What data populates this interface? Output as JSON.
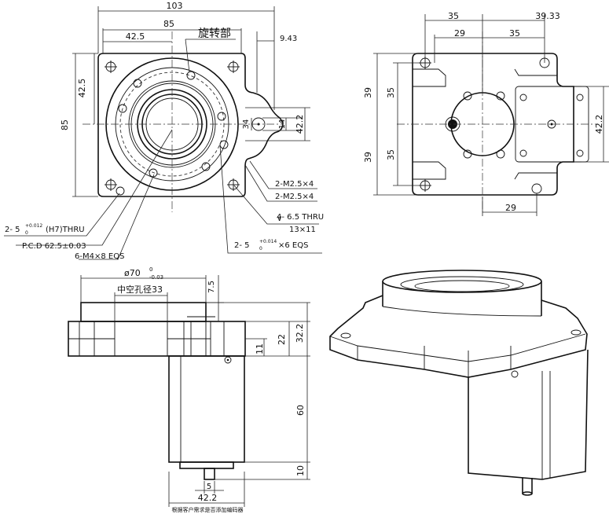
{
  "top_left": {
    "dim_103": "103",
    "dim_85_top": "85",
    "dim_42_5_top": "42.5",
    "rotating_part": "旋转部",
    "dim_9_43": "9.43",
    "dim_42_5_left": "42.5",
    "dim_85_left": "85",
    "dim_14": "14",
    "dim_42_2": "42.2",
    "dim_34": "34",
    "callout_m2_5_a": "2-M2.5×4",
    "callout_m2_5_b": "2-M2.5×4",
    "callout_thru_a": "4-  6.5 THRU",
    "callout_thru_b": "13×11",
    "callout_fit_prefix": "2- 5",
    "callout_fit_sup": "+0.014",
    "callout_fit_sub": "0",
    "callout_fit_suffix": "×6 EQS",
    "callout_h7_prefix": "2- 5",
    "callout_h7_sup": "+0.012",
    "callout_h7_sub": "0",
    "callout_h7_suffix": "(H7)THRU",
    "callout_pcd": "P.C.D  62.5±0.03",
    "callout_m4": "6-M4×8 EQS"
  },
  "top_right": {
    "dim_35_top": "35",
    "dim_39_33": "39.33",
    "dim_29_top": "29",
    "dim_35_top_b": "35",
    "dim_39_upper": "39",
    "dim_35_upper": "35",
    "dim_39_lower": "39",
    "dim_35_lower": "35",
    "dim_42_2": "42.2",
    "dim_29_bottom": "29"
  },
  "bottom_left": {
    "dia_symbol": "ø70",
    "dia_sup": "0",
    "dia_sub": "-0.03",
    "hollow_bore": "中空孔径33",
    "dim_7_5": "7.5",
    "dim_32_2": "32.2",
    "dim_22": "22",
    "dim_11": "11",
    "dim_60": "60",
    "dim_10": "10",
    "dim_5": "5",
    "dim_42_2": "42.2",
    "note": "根据客户需求是否添加编码器"
  }
}
